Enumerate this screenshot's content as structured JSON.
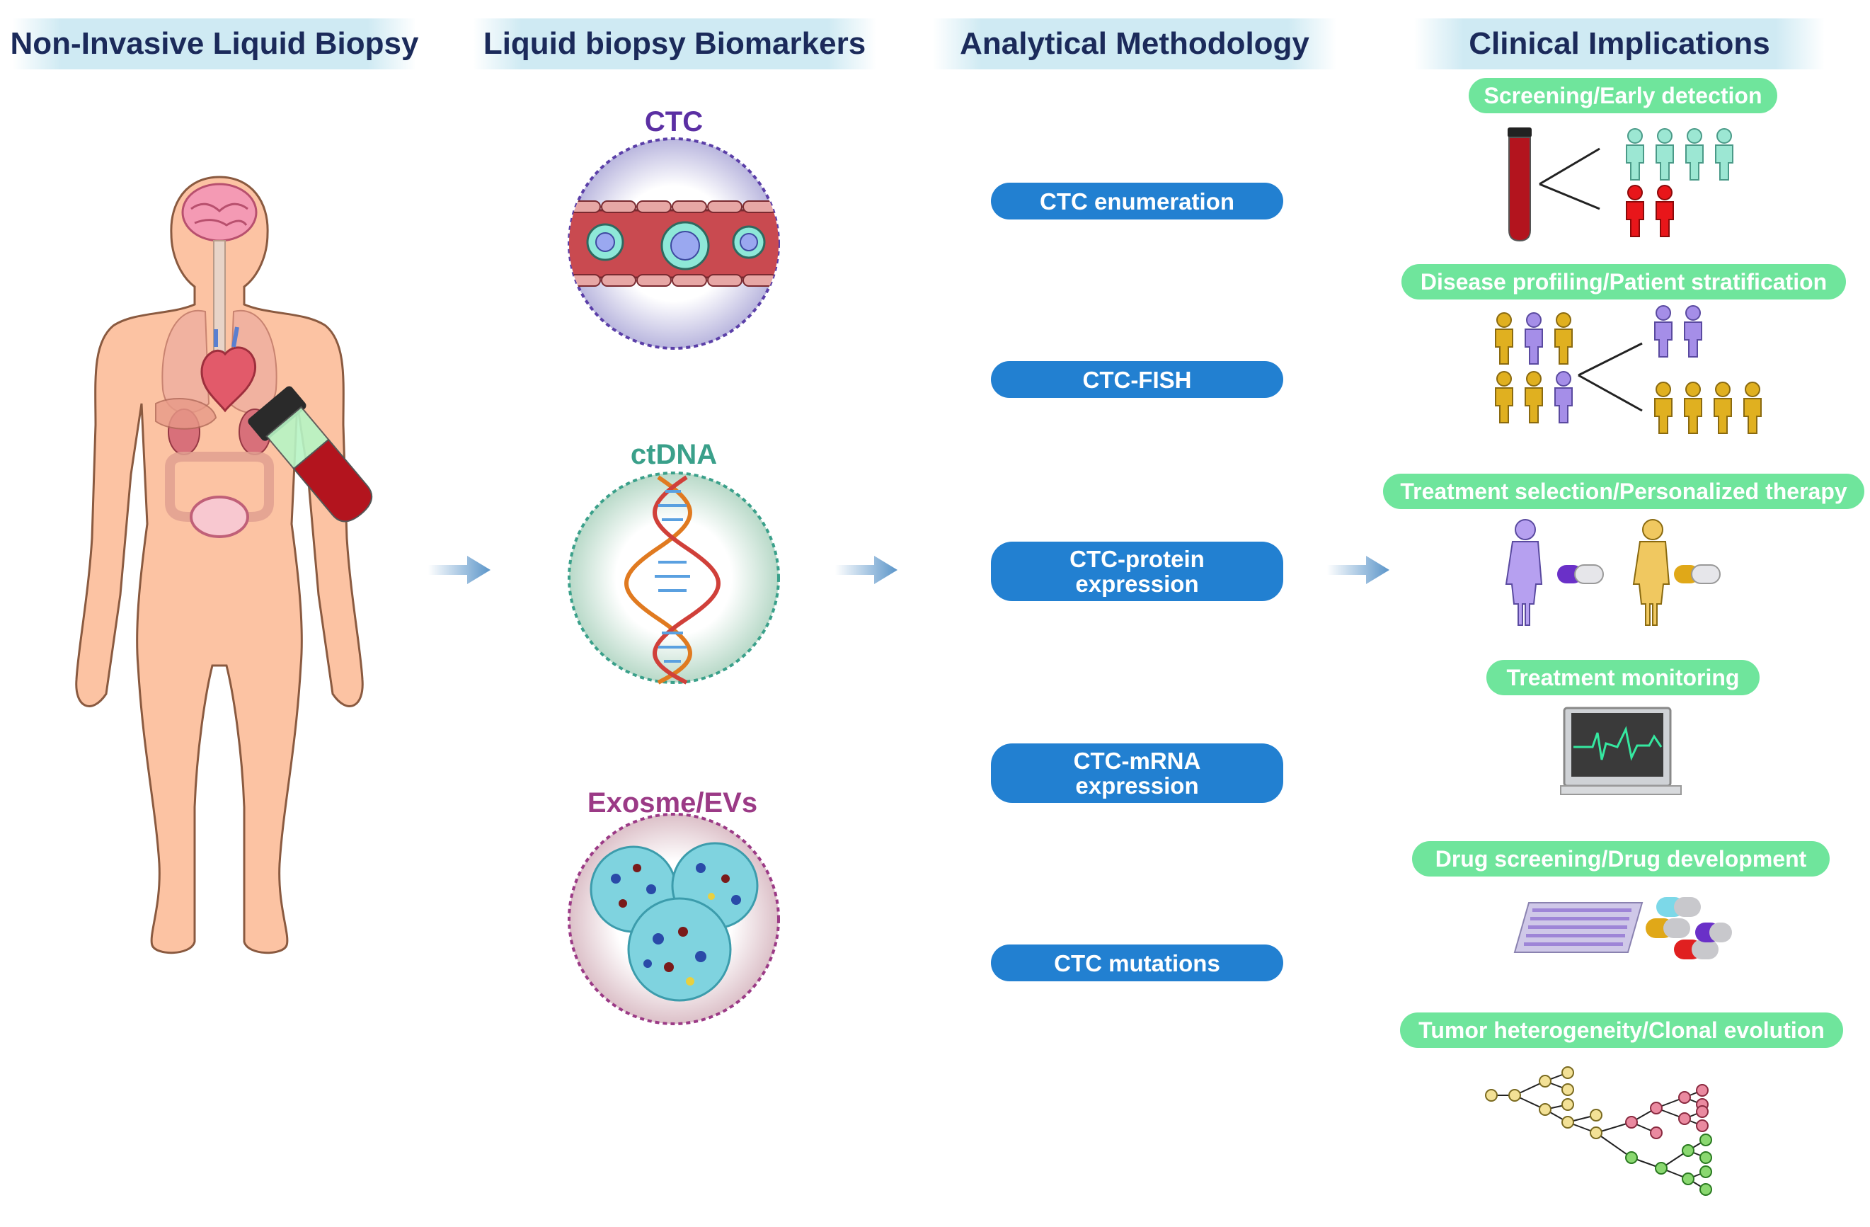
{
  "headers": {
    "col1": "Non-Invasive Liquid Biopsy",
    "col2": "Liquid biopsy Biomarkers",
    "col3": "Analytical Methodology",
    "col4": "Clinical Implications"
  },
  "biomarkers": {
    "ctc": "CTC",
    "ctdna": "ctDNA",
    "exosome": "Exosme/EVs"
  },
  "methods": {
    "m1": "CTC enumeration",
    "m2": "CTC-FISH",
    "m3a": "CTC-protein",
    "m3b": "expression",
    "m4a": "CTC-mRNA",
    "m4b": "expression",
    "m5": "CTC mutations"
  },
  "implications": {
    "i1": "Screening/Early detection",
    "i2": "Disease profiling/Patient stratification",
    "i3": "Treatment selection/Personalized therapy",
    "i4": "Treatment monitoring",
    "i5": "Drug screening/Drug development",
    "i6": "Tumor heterogeneity/Clonal evolution"
  },
  "colors": {
    "header_text": "#1b2a5a",
    "method_pill": "#2280d1",
    "implication_pill": "#6fe59c",
    "ctc_label": "#5b2fa3",
    "ctdna_label": "#3aa08a",
    "exosome_label": "#9b3a86",
    "arrow": "#5b95c9"
  }
}
